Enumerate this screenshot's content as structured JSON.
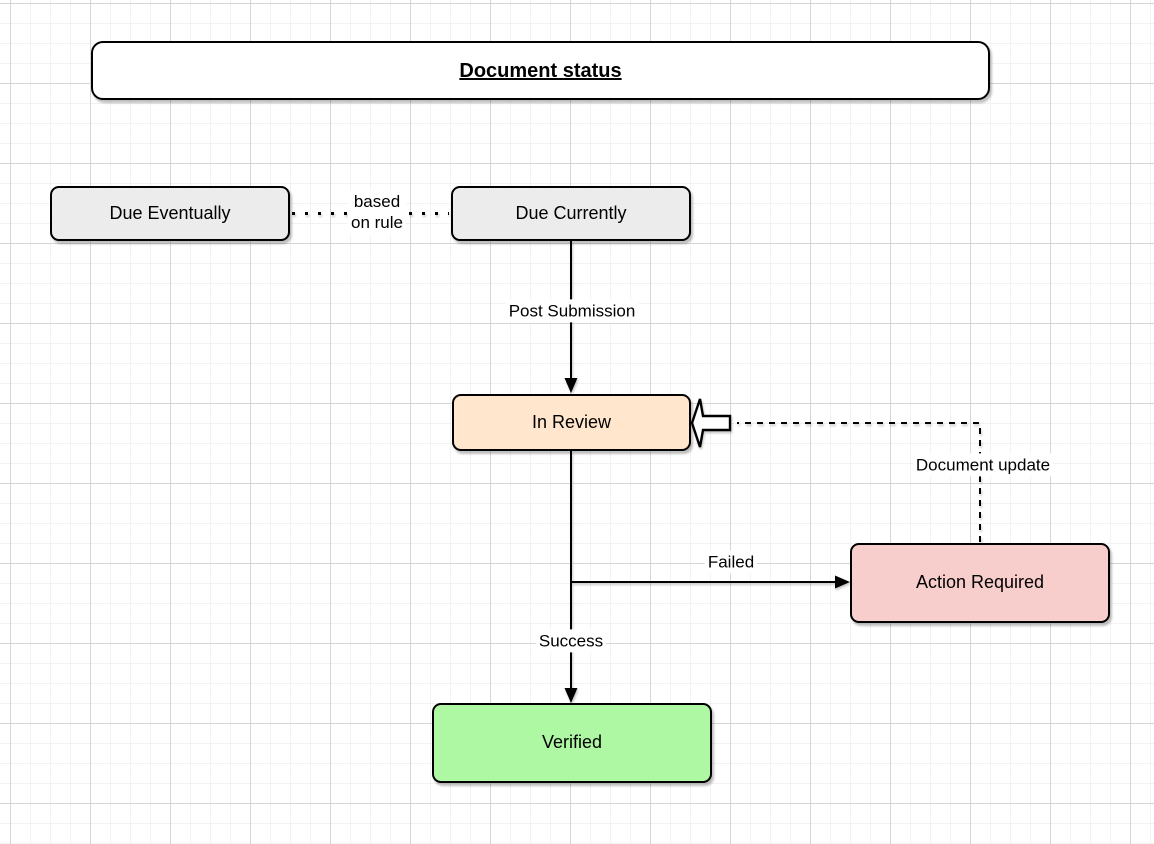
{
  "diagram": {
    "title": "Document status",
    "nodes": {
      "due_eventually": {
        "label": "Due Eventually",
        "fill": "#ececec"
      },
      "due_currently": {
        "label": "Due Currently",
        "fill": "#ececec"
      },
      "in_review": {
        "label": "In Review",
        "fill": "#ffe6cc"
      },
      "action_required": {
        "label": "Action Required",
        "fill": "#f8cecc"
      },
      "verified": {
        "label": "Verified",
        "fill": "#aef7a3"
      }
    },
    "edge_labels": {
      "based_on_rule": "based\non rule",
      "post_submission": "Post Submission",
      "document_update": "Document update",
      "failed": "Failed",
      "success": "Success"
    },
    "colors": {
      "node_stroke": "#000000",
      "title_fill": "#ffffff",
      "grid_major": "#d6d6d6",
      "grid_minor": "#f3f1f1"
    }
  }
}
